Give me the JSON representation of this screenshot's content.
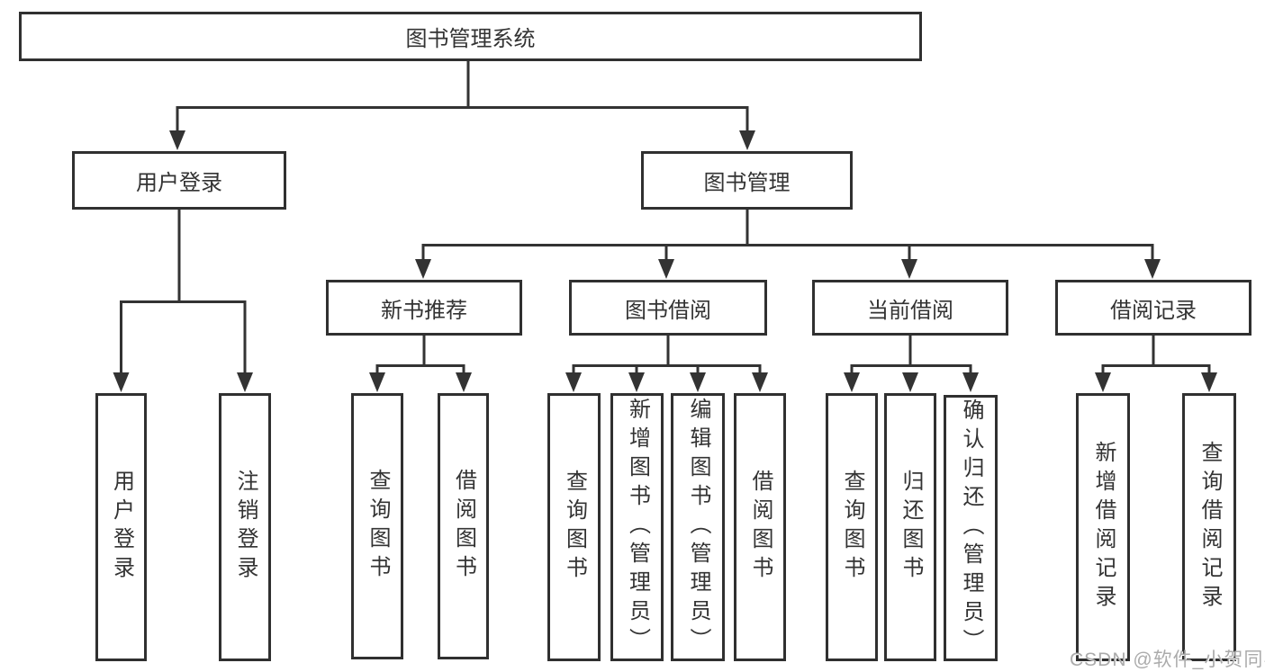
{
  "diagram": {
    "root": {
      "label": "图书管理系统",
      "children": [
        {
          "label": "用户登录",
          "children": [
            {
              "label": "用户登录"
            },
            {
              "label": "注销登录"
            }
          ]
        },
        {
          "label": "图书管理",
          "children": [
            {
              "label": "新书推荐",
              "children": [
                {
                  "label": "查询图书"
                },
                {
                  "label": "借阅图书"
                }
              ]
            },
            {
              "label": "图书借阅",
              "children": [
                {
                  "label": "查询图书"
                },
                {
                  "label": "新增图书（管理员）"
                },
                {
                  "label": "编辑图书（管理员）"
                },
                {
                  "label": "借阅图书"
                }
              ]
            },
            {
              "label": "当前借阅",
              "children": [
                {
                  "label": "查询图书"
                },
                {
                  "label": "归还图书"
                },
                {
                  "label": "确认归还（管理员）"
                }
              ]
            },
            {
              "label": "借阅记录",
              "children": [
                {
                  "label": "新增借阅记录"
                },
                {
                  "label": "查询借阅记录"
                }
              ]
            }
          ]
        }
      ]
    },
    "line_color": "#333333"
  },
  "watermark": {
    "text": "CSDN @软件_小贺同学"
  }
}
